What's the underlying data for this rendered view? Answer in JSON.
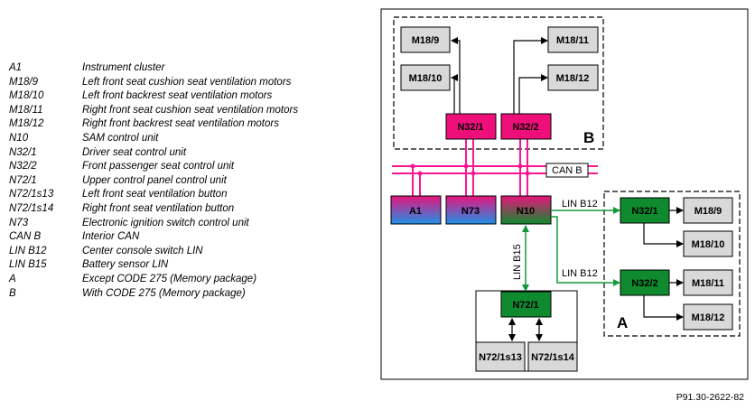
{
  "legend": [
    {
      "code": "A1",
      "desc": "Instrument cluster"
    },
    {
      "code": "M18/9",
      "desc": "Left front seat cushion seat ventilation motors"
    },
    {
      "code": "M18/10",
      "desc": "Left front backrest seat ventilation motors"
    },
    {
      "code": "M18/11",
      "desc": "Right front seat cushion seat ventilation motors"
    },
    {
      "code": "M18/12",
      "desc": "Right front backrest seat ventilation motors"
    },
    {
      "code": "N10",
      "desc": "SAM control unit"
    },
    {
      "code": "N32/1",
      "desc": "Driver seat control unit"
    },
    {
      "code": "N32/2",
      "desc": "Front passenger seat control unit"
    },
    {
      "code": "N72/1",
      "desc": "Upper control panel control unit"
    },
    {
      "code": "N72/1s13",
      "desc": "Left front seat ventilation button"
    },
    {
      "code": "N72/1s14",
      "desc": "Right front seat ventilation button"
    },
    {
      "code": "N73",
      "desc": "Electronic ignition switch control unit"
    },
    {
      "code": "CAN B",
      "desc": "Interior CAN"
    },
    {
      "code": "LIN B12",
      "desc": "Center console switch LIN"
    },
    {
      "code": "LIN B15",
      "desc": "Battery sensor LIN"
    },
    {
      "code": "A",
      "desc": "Except CODE 275 (Memory package)"
    },
    {
      "code": "B",
      "desc": "With CODE 275 (Memory package)"
    }
  ],
  "diagram": {
    "groups": {
      "a": "A",
      "b": "B"
    },
    "bus_label": "CAN B",
    "lin_b12_upper": "LIN B12",
    "lin_b12_lower": "LIN B12",
    "lin_b15": "LIN B15",
    "nodes": {
      "b_m18_9": "M18/9",
      "b_m18_10": "M18/10",
      "b_m18_11": "M18/11",
      "b_m18_12": "M18/12",
      "b_n32_1": "N32/1",
      "b_n32_2": "N32/2",
      "a1": "A1",
      "n73": "N73",
      "n10": "N10",
      "a_n32_1": "N32/1",
      "a_n32_2": "N32/2",
      "a_m18_9": "M18/9",
      "a_m18_10": "M18/10",
      "a_m18_11": "M18/11",
      "a_m18_12": "M18/12",
      "n72_1": "N72/1",
      "n72_1s13": "N72/1s13",
      "n72_1s14": "N72/1s14"
    },
    "colors": {
      "can": "#ff1493",
      "lin": "#129a3a",
      "gray": "#d9d9d9",
      "magenta": "#ef0f7a",
      "green": "#108a2e",
      "gradient_top": "#e8157d",
      "gradient_bottom": "#1f8fe6"
    }
  },
  "footer": "P91.30-2622-82"
}
